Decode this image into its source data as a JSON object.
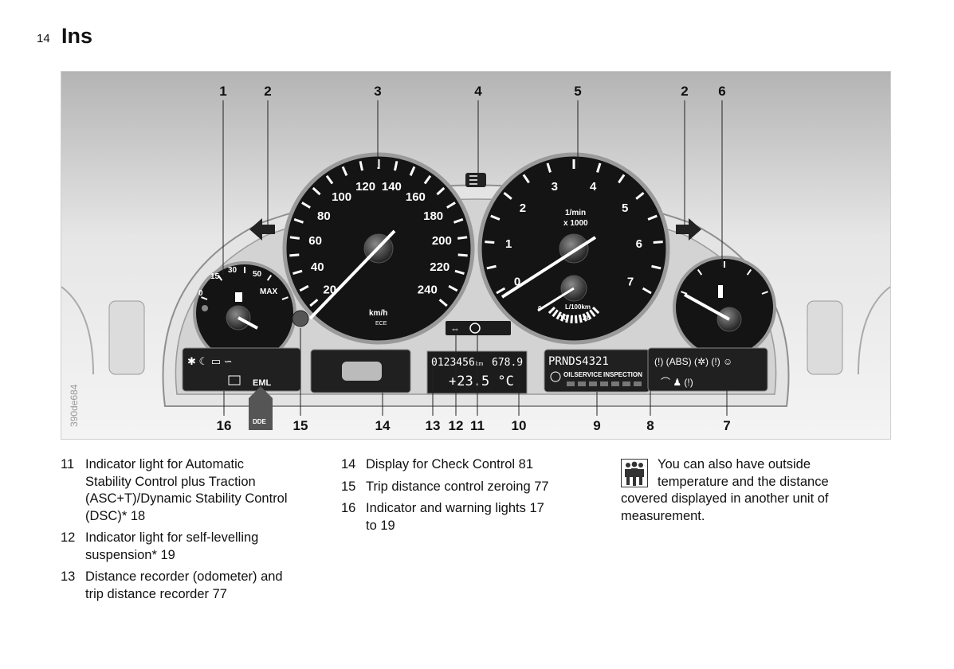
{
  "page": {
    "number": "14",
    "title": "Ins"
  },
  "figure": {
    "code": "390de684",
    "callouts_top": [
      "1",
      "2",
      "3",
      "4",
      "5",
      "2",
      "6"
    ],
    "callouts_bottom": [
      "16",
      "15",
      "14",
      "13",
      "12",
      "11",
      "10",
      "9",
      "8",
      "7"
    ],
    "speedo_labels": [
      "20",
      "40",
      "60",
      "80",
      "100",
      "120",
      "140",
      "160",
      "180",
      "200",
      "220",
      "240"
    ],
    "speedo_unit": "km/h",
    "speedo_sub": "ECE",
    "tacho_labels": [
      "0",
      "1",
      "2",
      "3",
      "4",
      "5",
      "6",
      "7"
    ],
    "tacho_unit1": "1/min",
    "tacho_unit2": "x 1000",
    "econ_unit": "L/100km",
    "econ_labels": [
      "0",
      "10",
      "20"
    ],
    "fuel_labels": [
      "0",
      "15",
      "30",
      "50",
      "MAX"
    ],
    "odometer": "0123456",
    "odo_unit": "km",
    "trip": "678.9",
    "temperature": "+23.5 °C",
    "gear_display": "PRNDS4321",
    "service": [
      "OILSERVICE",
      "INSPECTION"
    ],
    "eml": "EML",
    "dde": "DDE"
  },
  "legend_col1": [
    {
      "num": "11",
      "lines": [
        "Indicator light for Automatic",
        "Stability Control plus Traction",
        "(ASC+T)/Dynamic Stability Control",
        "(DSC)* 18"
      ]
    },
    {
      "num": "12",
      "lines": [
        "Indicator light for self-levelling",
        "suspension* 19"
      ]
    },
    {
      "num": "13",
      "lines": [
        "Distance recorder (odometer) and",
        "trip distance recorder 77"
      ]
    }
  ],
  "legend_col2": [
    {
      "num": "14",
      "lines": [
        "Display for Check Control 81"
      ]
    },
    {
      "num": "15",
      "lines": [
        "Trip distance control zeroing 77"
      ]
    },
    {
      "num": "16",
      "lines": [
        "Indicator and warning lights 17",
        "to 19"
      ]
    }
  ],
  "note": {
    "first": "You can also have outside",
    "second": "temperature and the distance",
    "rest": [
      "covered displayed in another unit of",
      "measurement."
    ]
  }
}
